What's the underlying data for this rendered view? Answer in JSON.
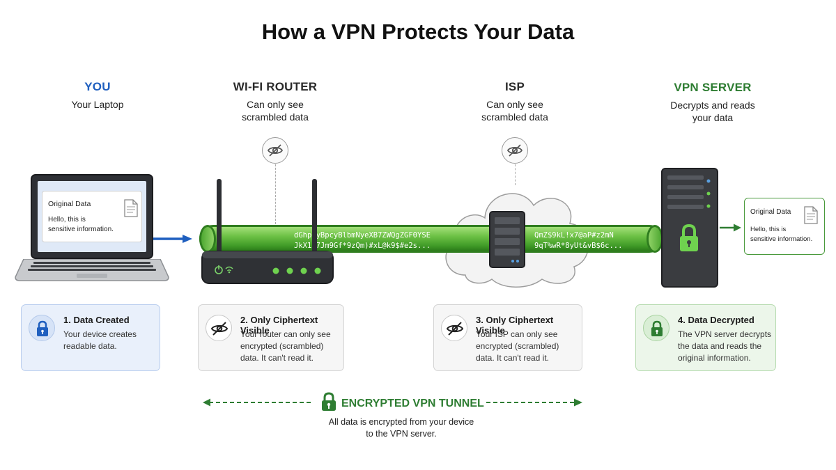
{
  "title": "How a VPN Protects Your Data",
  "columns": {
    "you": {
      "heading": "YOU",
      "subtitle": "Your Laptop"
    },
    "router": {
      "heading": "WI-FI ROUTER",
      "subtitle_l1": "Can only see",
      "subtitle_l2": "scrambled data"
    },
    "isp": {
      "heading": "ISP",
      "subtitle_l1": "Can only see",
      "subtitle_l2": "scrambled data"
    },
    "server": {
      "heading": "VPN SERVER",
      "subtitle_l1": "Decrypts and reads",
      "subtitle_l2": "your data"
    }
  },
  "laptop_doc": {
    "title": "Original Data",
    "body_l1": "Hello, this is",
    "body_l2": "sensitive information."
  },
  "server_doc": {
    "title": "Original Data",
    "body_l1": "Hello, this is",
    "body_l2": "sensitive information."
  },
  "ciphertext": {
    "router_l1": "dGhpcyBpcyBlbmNyeXB7ZWQgZGF0YSE",
    "router_l2": "JkX1k7Jm9Gf*9zQm)#xL@k9$#e2s...",
    "isp_l1": "QmZ$9kL!x7@aP#z2mN",
    "isp_l2": "9qT%wR*8yUt&vB$6c..."
  },
  "steps": [
    {
      "title": "1. Data Created",
      "l1": "Your device creates",
      "l2": "readable data.",
      "l3": ""
    },
    {
      "title": "2. Only Ciphertext Visible",
      "l1": "Your router can only see",
      "l2": "encrypted (scrambled)",
      "l3": "data. It can't read it."
    },
    {
      "title": "3. Only Ciphertext Visible",
      "l1": "Your ISP can only see",
      "l2": "encrypted (scrambled)",
      "l3": "data. It can't read it."
    },
    {
      "title": "4. Data Decrypted",
      "l1": "The VPN server decrypts",
      "l2": "the data and reads the",
      "l3": "original information."
    }
  ],
  "legend": {
    "title": "ENCRYPTED VPN TUNNEL",
    "text_l1": "All data is encrypted from your device",
    "text_l2": "to the VPN server."
  },
  "colors": {
    "blue": "#1f5fbf",
    "green": "#2e7d32",
    "tunnel": "#5cb53a"
  },
  "icons": [
    "document-icon",
    "eye-slash-icon",
    "lock-icon",
    "wifi-icon",
    "power-icon",
    "arrow-right-icon"
  ]
}
